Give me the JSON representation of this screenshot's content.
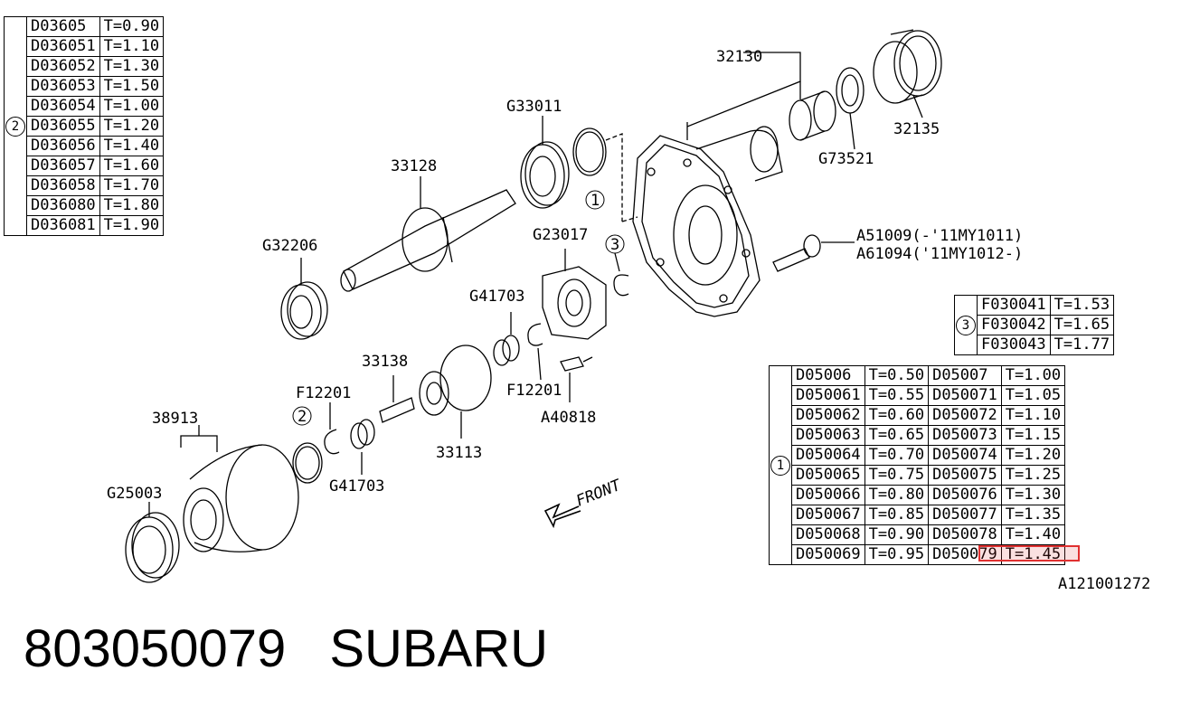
{
  "table2": {
    "key": "2",
    "rows": [
      [
        "D03605",
        "T=0.90"
      ],
      [
        "D036051",
        "T=1.10"
      ],
      [
        "D036052",
        "T=1.30"
      ],
      [
        "D036053",
        "T=1.50"
      ],
      [
        "D036054",
        "T=1.00"
      ],
      [
        "D036055",
        "T=1.20"
      ],
      [
        "D036056",
        "T=1.40"
      ],
      [
        "D036057",
        "T=1.60"
      ],
      [
        "D036058",
        "T=1.70"
      ],
      [
        "D036080",
        "T=1.80"
      ],
      [
        "D036081",
        "T=1.90"
      ]
    ]
  },
  "table3": {
    "key": "3",
    "rows": [
      [
        "F030041",
        "T=1.53"
      ],
      [
        "F030042",
        "T=1.65"
      ],
      [
        "F030043",
        "T=1.77"
      ]
    ]
  },
  "table1": {
    "key": "1",
    "rows": [
      [
        "D05006",
        "T=0.50",
        "D05007",
        "T=1.00"
      ],
      [
        "D050061",
        "T=0.55",
        "D050071",
        "T=1.05"
      ],
      [
        "D050062",
        "T=0.60",
        "D050072",
        "T=1.10"
      ],
      [
        "D050063",
        "T=0.65",
        "D050073",
        "T=1.15"
      ],
      [
        "D050064",
        "T=0.70",
        "D050074",
        "T=1.20"
      ],
      [
        "D050065",
        "T=0.75",
        "D050075",
        "T=1.25"
      ],
      [
        "D050066",
        "T=0.80",
        "D050076",
        "T=1.30"
      ],
      [
        "D050067",
        "T=0.85",
        "D050077",
        "T=1.35"
      ],
      [
        "D050068",
        "T=0.90",
        "D050078",
        "T=1.40"
      ],
      [
        "D050069",
        "T=0.95",
        "D050079",
        "T=1.45"
      ]
    ]
  },
  "labels": {
    "p32130": "32130",
    "p32135": "32135",
    "pG73521": "G73521",
    "pG33011": "G33011",
    "p33128": "33128",
    "pG32206": "G32206",
    "pG23017": "G23017",
    "pG41703a": "G41703",
    "pA51009": "A51009(-'11MY1011)",
    "pA61094": "A61094('11MY1012-)",
    "p33138": "33138",
    "pF12201a": "F12201",
    "pF12201b": "F12201",
    "pA40818": "A40818",
    "p38913": "38913",
    "p33113": "33113",
    "pG41703b": "G41703",
    "pG25003": "G25003",
    "front": "FRONT",
    "c1": "1",
    "c2": "2",
    "c3": "3"
  },
  "drawing_id": "A121001272",
  "footer": {
    "part_number": "803050079",
    "brand": "SUBARU"
  },
  "colors": {
    "highlight": "#e03030"
  }
}
